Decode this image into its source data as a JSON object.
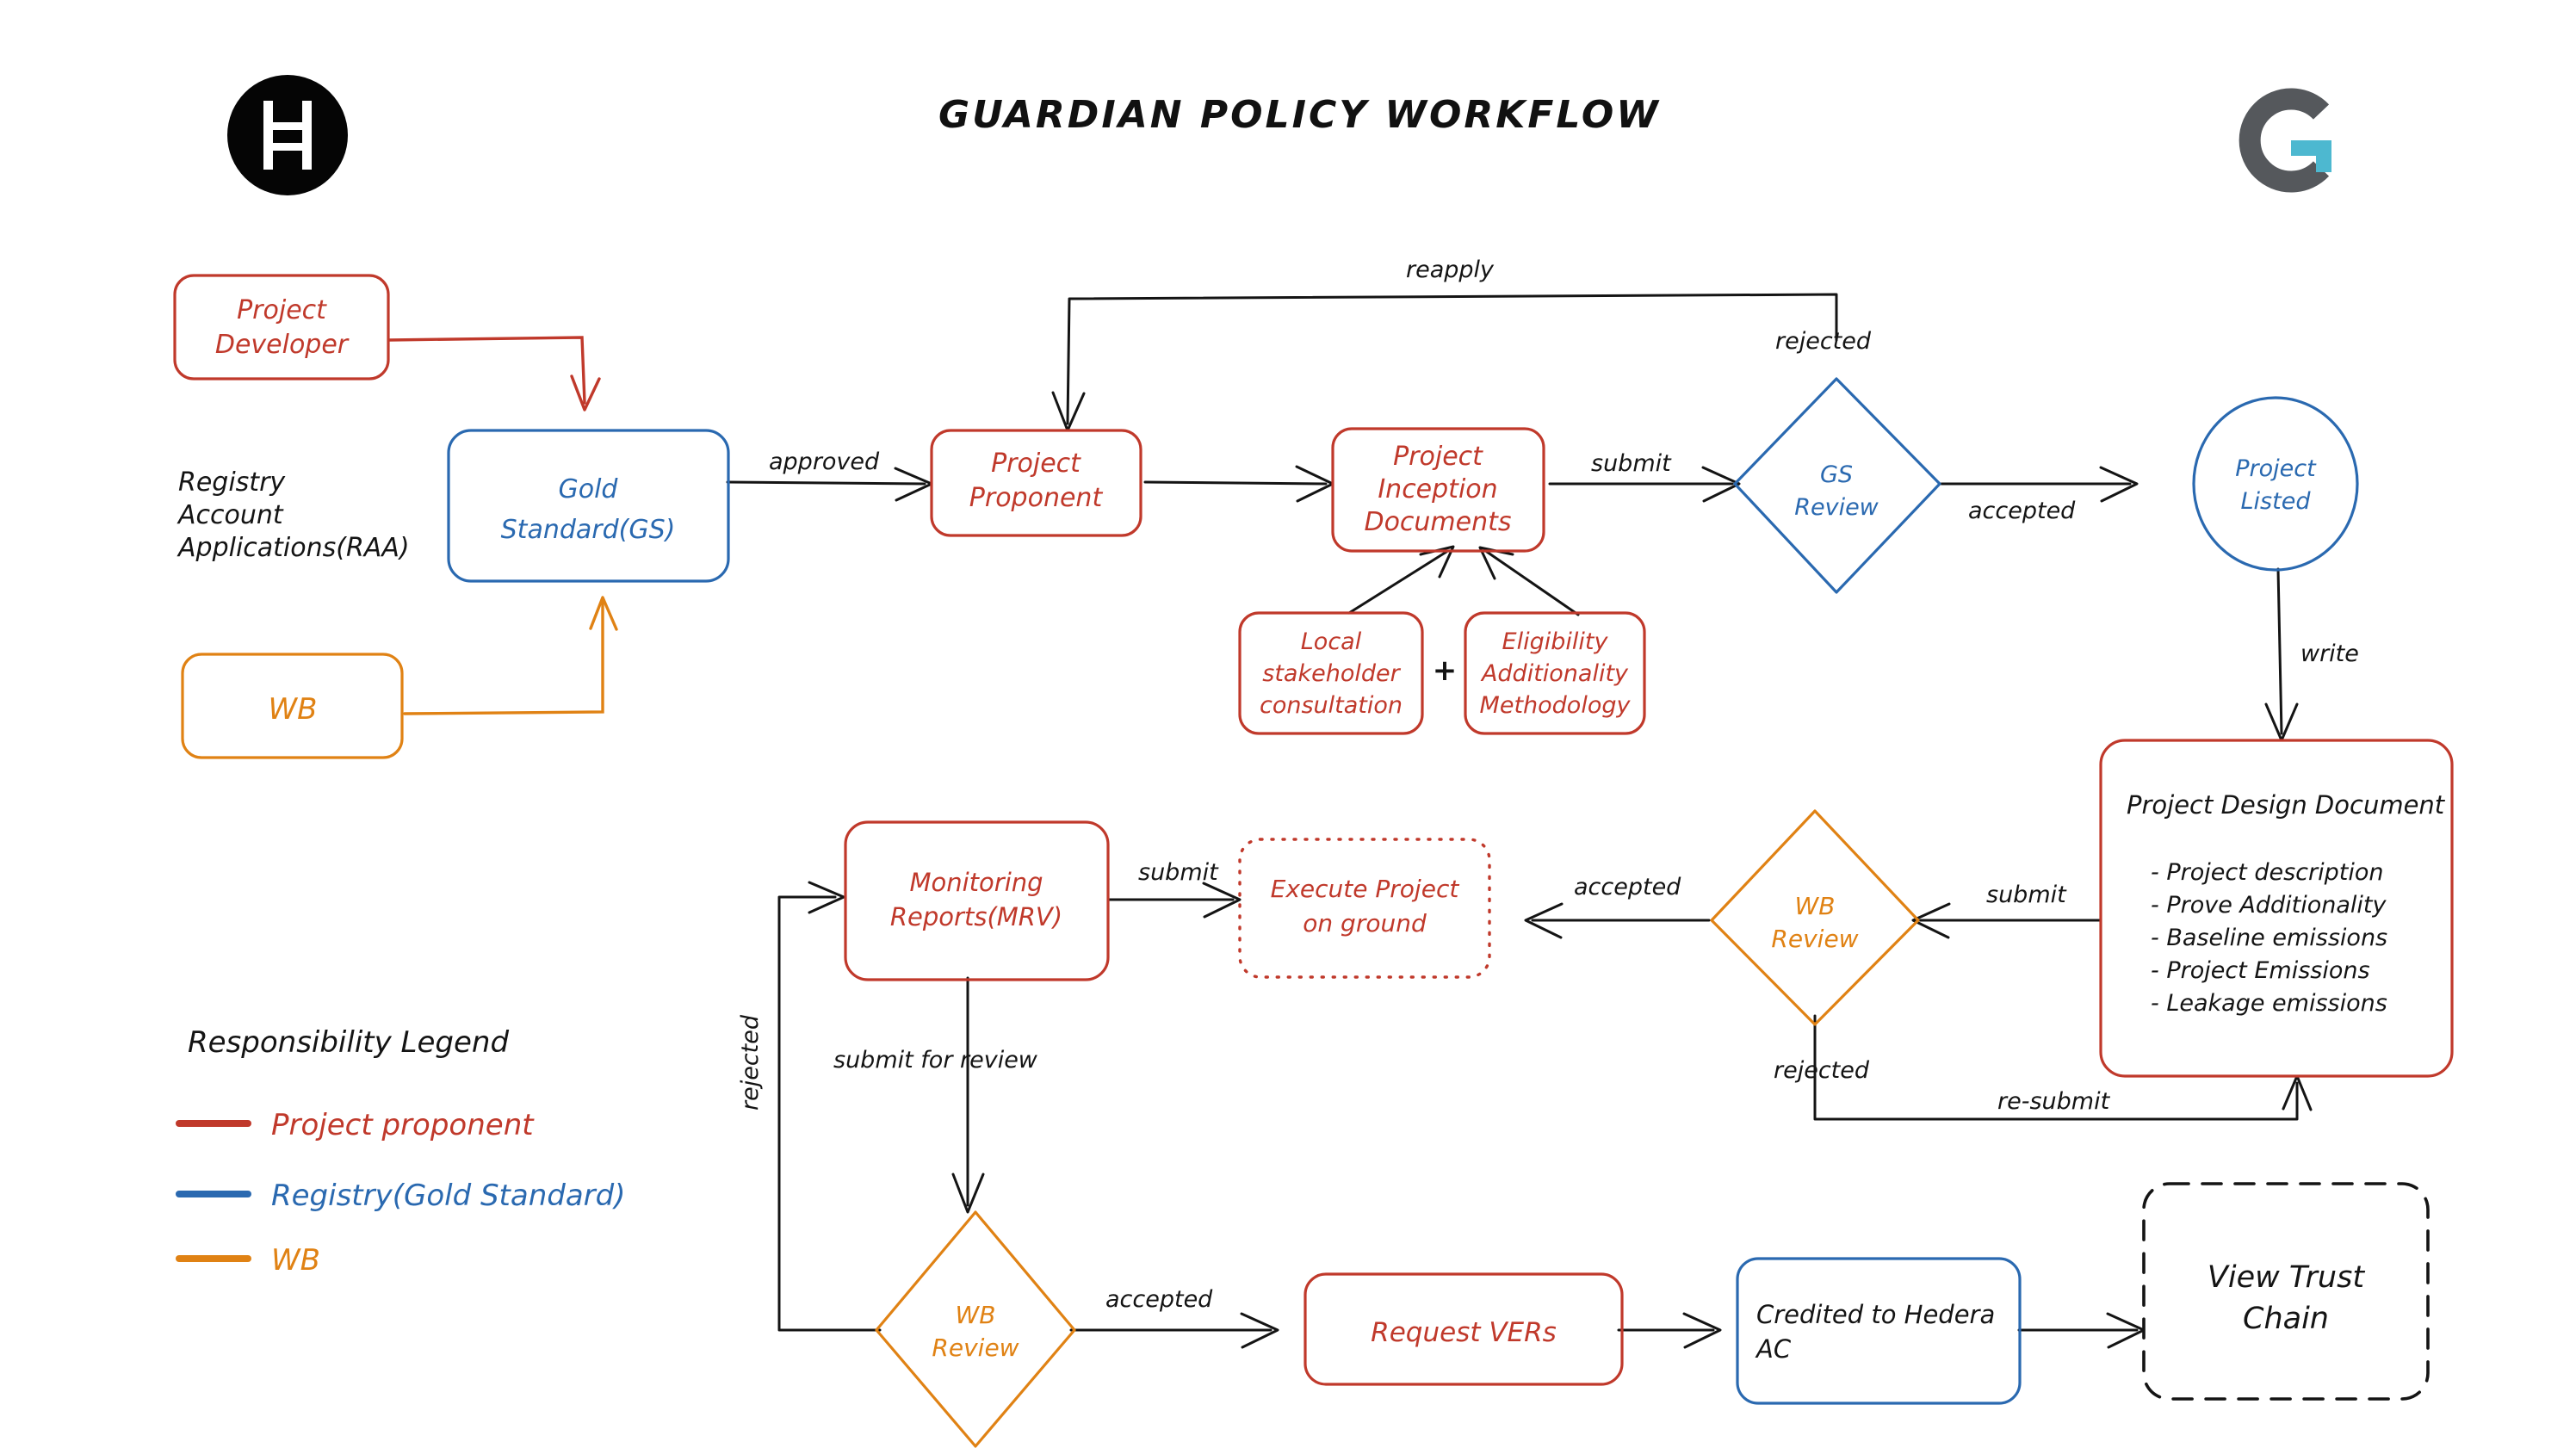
{
  "header": {
    "title": "GUARDIAN POLICY WORKFLOW",
    "hedera_logo_name": "hedera-logo",
    "guardian_logo_name": "guardian-logo",
    "guardian_logo_accent": "#4db8d0",
    "guardian_logo_body": "#55585c",
    "hedera_logo_color": "#050505"
  },
  "palette": {
    "project_proponent": "#c0392b",
    "registry_gold_standard": "#2a69b0",
    "wb": "#e08214",
    "neutral": "#141414"
  },
  "nodes": {
    "project_developer": {
      "line1": "Project",
      "line2": "Developer",
      "color": "#c0392b",
      "shape": "rounded-rect"
    },
    "raa_label": {
      "line1": "Registry",
      "line2": "Account",
      "line3": "Applications(RAA)",
      "color": "#141414",
      "shape": "text"
    },
    "gold_standard": {
      "line1": "Gold",
      "line2": "Standard(GS)",
      "color": "#2a69b0",
      "shape": "rounded-rect"
    },
    "wb": {
      "line1": "WB",
      "color": "#e08214",
      "shape": "rounded-rect"
    },
    "project_proponent": {
      "line1": "Project",
      "line2": "Proponent",
      "color": "#c0392b",
      "shape": "rounded-rect"
    },
    "project_inception_documents": {
      "line1": "Project",
      "line2": "Inception",
      "line3": "Documents",
      "color": "#c0392b",
      "shape": "rounded-rect"
    },
    "local_stakeholder_consultation": {
      "line1": "Local",
      "line2": "stakeholder",
      "line3": "consultation",
      "color": "#c0392b",
      "shape": "rounded-rect"
    },
    "plus": {
      "text": "+",
      "color": "#141414"
    },
    "eligibility_additionality_methodology": {
      "line1": "Eligibility",
      "line2": "Additionality",
      "line3": "Methodology",
      "color": "#c0392b",
      "shape": "rounded-rect"
    },
    "gs_review": {
      "line1": "GS",
      "line2": "Review",
      "color": "#2a69b0",
      "shape": "diamond"
    },
    "project_listed": {
      "line1": "Project",
      "line2": "Listed",
      "color": "#2a69b0",
      "shape": "ellipse"
    },
    "project_design_document": {
      "title": "Project Design Document",
      "items": [
        "- Project description",
        "- Prove Additionality",
        "- Baseline emissions",
        "- Project Emissions",
        "- Leakage emissions"
      ],
      "color": "#c0392b",
      "text_color": "#141414",
      "shape": "rounded-rect"
    },
    "wb_review_upper": {
      "line1": "WB",
      "line2": "Review",
      "color": "#e08214",
      "shape": "diamond"
    },
    "execute_project_on_ground": {
      "line1": "Execute Project",
      "line2": "on ground",
      "color": "#c0392b",
      "shape": "dotted-rounded-rect"
    },
    "monitoring_reports": {
      "line1": "Monitoring",
      "line2": "Reports(MRV)",
      "color": "#c0392b",
      "shape": "rounded-rect"
    },
    "wb_review_lower": {
      "line1": "WB",
      "line2": "Review",
      "color": "#e08214",
      "shape": "diamond"
    },
    "request_vers": {
      "line1": "Request VERs",
      "color": "#c0392b",
      "shape": "rounded-rect"
    },
    "credited_to_hedera": {
      "line1": "Credited to Hedera",
      "line2": "AC",
      "color": "#2a69b0",
      "text_color": "#141414",
      "shape": "rounded-rect"
    },
    "view_trust_chain": {
      "line1": "View Trust",
      "line2": "Chain",
      "color": "#141414",
      "shape": "dashed-rounded-rect"
    }
  },
  "edges": {
    "reapply": "reapply",
    "rejected_gs": "rejected",
    "approved": "approved",
    "submit_to_gs": "submit",
    "accepted_gs": "accepted",
    "write": "write",
    "submit_to_wb_upper": "submit",
    "accepted_wb_upper": "accepted",
    "rejected_wb_upper": "rejected",
    "re_submit": "re-submit",
    "submit_mrv": "submit",
    "submit_for_review": "submit for review",
    "rejected_mrv": "rejected",
    "accepted_wb_lower": "accepted"
  },
  "legend": {
    "title": "Responsibility Legend",
    "items": [
      {
        "label": "Project proponent",
        "color": "#c0392b"
      },
      {
        "label": "Registry(Gold Standard)",
        "color": "#2a69b0"
      },
      {
        "label": "WB",
        "color": "#e08214"
      }
    ]
  }
}
